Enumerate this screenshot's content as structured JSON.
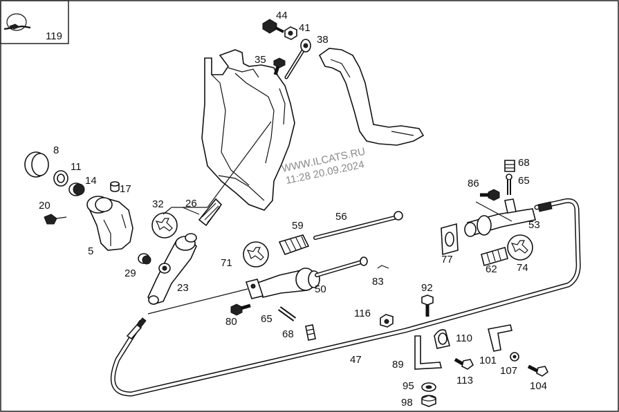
{
  "diagram": {
    "watermark_line1": "WWW.ILCATS.RU",
    "watermark_line2": "11:28 20.09.2024",
    "labels": {
      "p119": "119",
      "p44": "44",
      "p41": "41",
      "p38": "38",
      "p35": "35",
      "p8": "8",
      "p11": "11",
      "p14": "14",
      "p17": "17",
      "p20": "20",
      "p5": "5",
      "p32": "32",
      "p26": "26",
      "p29": "29",
      "p23": "23",
      "p56": "56",
      "p59": "59",
      "p71": "71",
      "p50": "50",
      "p83": "83",
      "p80": "80",
      "p65a": "65",
      "p68a": "68",
      "p116": "116",
      "p92": "92",
      "p68b": "68",
      "p86": "86",
      "p65b": "65",
      "p53": "53",
      "p77": "77",
      "p62": "62",
      "p74": "74",
      "p47": "47",
      "p89": "89",
      "p110": "110",
      "p113": "113",
      "p101": "101",
      "p107": "107",
      "p104": "104",
      "p95": "95",
      "p98": "98"
    }
  }
}
